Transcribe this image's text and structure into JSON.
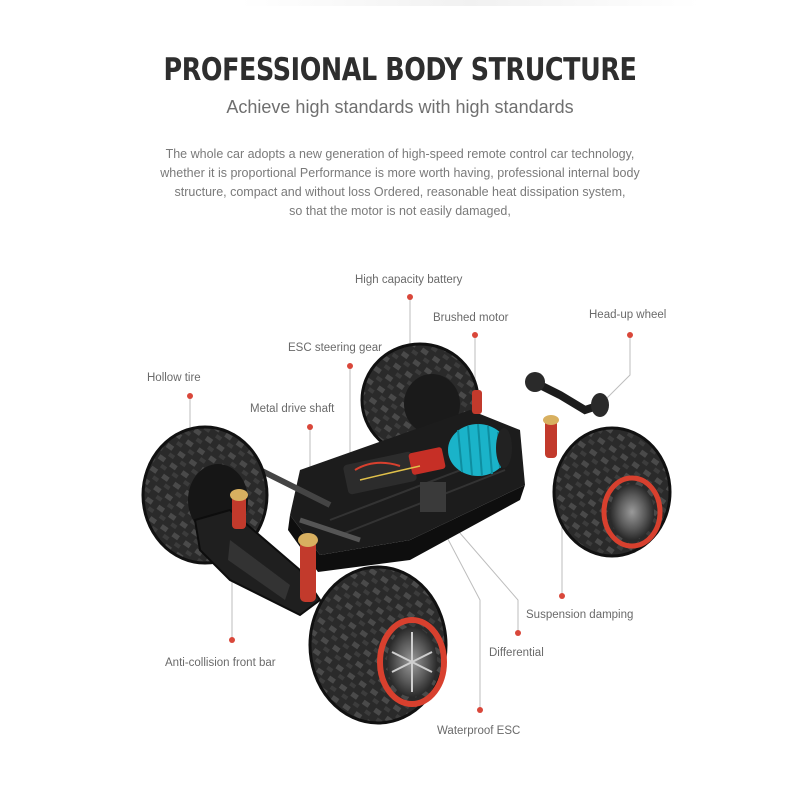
{
  "header": {
    "title": "PROFESSIONAL BODY STRUCTURE",
    "subtitle": "Achieve high standards with high standards",
    "description_lines": [
      "The whole car adopts a new generation of high-speed remote control car technology,",
      "whether it is proportional Performance is more worth having, professional internal body",
      "structure, compact and without loss Ordered, reasonable heat dissipation system,",
      "so that the motor is not easily damaged,"
    ]
  },
  "callouts": [
    {
      "label": "High capacity battery"
    },
    {
      "label": "Brushed motor"
    },
    {
      "label": "Head-up wheel"
    },
    {
      "label": "ESC steering gear"
    },
    {
      "label": "Hollow tire"
    },
    {
      "label": "Metal drive shaft"
    },
    {
      "label": "Suspension damping"
    },
    {
      "label": "Differential"
    },
    {
      "label": "Anti-collision front bar"
    },
    {
      "label": "Waterproof ESC"
    }
  ],
  "colors": {
    "callout_dot": "#d9473a",
    "motor": "#1ab3c9",
    "rim": "#d8402e",
    "damper": "#c23a2c",
    "chassis": "#1c1c1c"
  }
}
